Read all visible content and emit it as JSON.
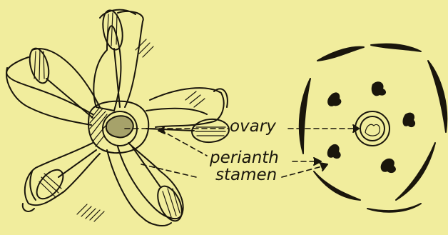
{
  "labels": {
    "ovary": "ovary",
    "perianth": "perianth",
    "stamen": "stamen"
  },
  "colors": {
    "background": "#f1ed9d",
    "ink": "#1a160c"
  },
  "icons": [
    "flower-drawing",
    "floral-diagram"
  ]
}
